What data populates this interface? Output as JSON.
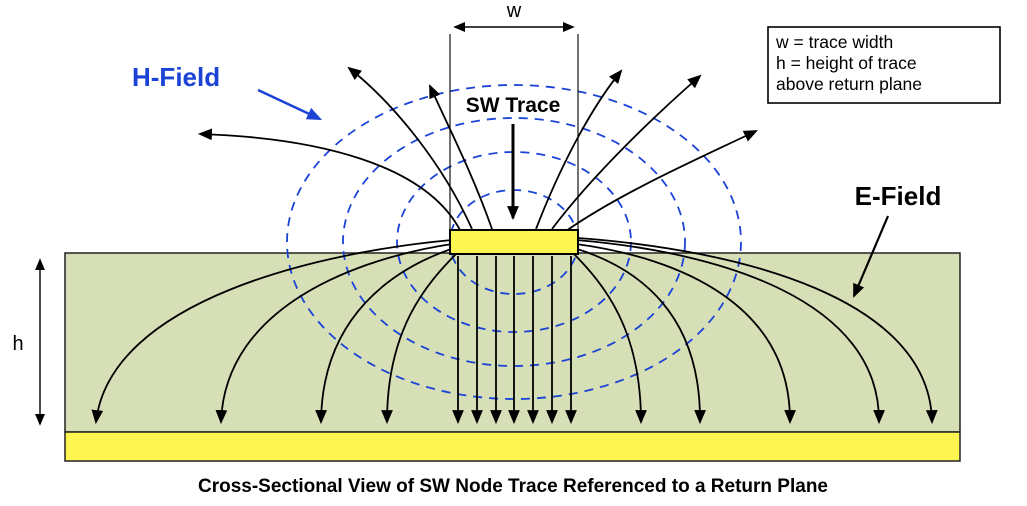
{
  "diagram": {
    "caption": "Cross-Sectional View of SW Node Trace Referenced to a Return Plane",
    "labels": {
      "h_field": "H-Field",
      "sw_trace": "SW Trace",
      "e_field": "E-Field",
      "trace_width": "w",
      "trace_height": "h"
    },
    "legend": {
      "line1": "w = trace width",
      "line2": "h = height of trace",
      "line3": "above return plane"
    },
    "colors": {
      "blue": "#1b43d6",
      "field_line": "#000000",
      "trace_fill": "#fdf651",
      "plane_fill": "#fdf651",
      "substrate_fill": "#d6dfb6"
    }
  }
}
